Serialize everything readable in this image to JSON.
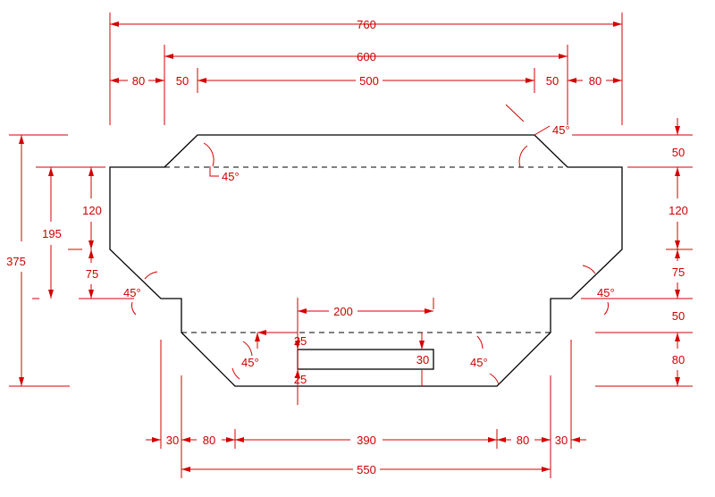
{
  "colors": {
    "dimension": "#d40000",
    "outline": "#000000",
    "background": "#ffffff"
  },
  "dimensions": {
    "overall_width": "760",
    "upper_width": "600",
    "upper_flat": "500",
    "left_margin": "80",
    "left_offset": "50",
    "right_offset": "50",
    "right_margin": "80",
    "total_height": "375",
    "left_height": "195",
    "left_upper": "120",
    "left_lower": "75",
    "right_top": "50",
    "right_upper": "120",
    "right_mid": "75",
    "right_step": "50",
    "right_bottom": "80",
    "slot_width": "200",
    "slot_top": "25",
    "slot_height": "30",
    "slot_bottom": "25",
    "base_left_step": "30",
    "base_left_slope": "80",
    "base_flat": "390",
    "base_right_slope": "80",
    "base_right_step": "30",
    "base_width": "550"
  },
  "angles": {
    "top_left": "45°",
    "top_right": "45°",
    "mid_left": "45°",
    "mid_right": "45°",
    "bottom_left": "45°",
    "bottom_right": "45°"
  }
}
